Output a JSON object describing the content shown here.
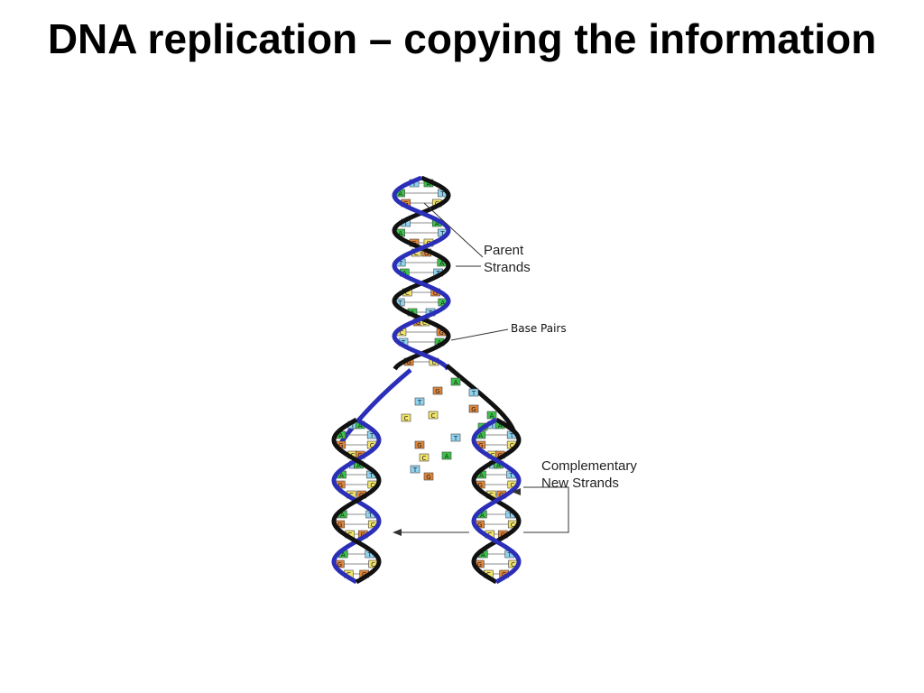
{
  "slide": {
    "title": "DNA replication – copying the information"
  },
  "diagram": {
    "label_parent_line1": "Parent",
    "label_parent_line2": "Strands",
    "label_base_pairs": "Base Pairs",
    "label_complementary_line1": "Complementary",
    "label_complementary_line2": "New Strands",
    "colors": {
      "parent_strand": "#111111",
      "new_strand": "#2b2fb8",
      "base_a": "#3bc24a",
      "base_t": "#8fd3f0",
      "base_c": "#f2e36a",
      "base_g": "#e0863a"
    },
    "base_letters": [
      "A",
      "T",
      "C",
      "G"
    ]
  }
}
